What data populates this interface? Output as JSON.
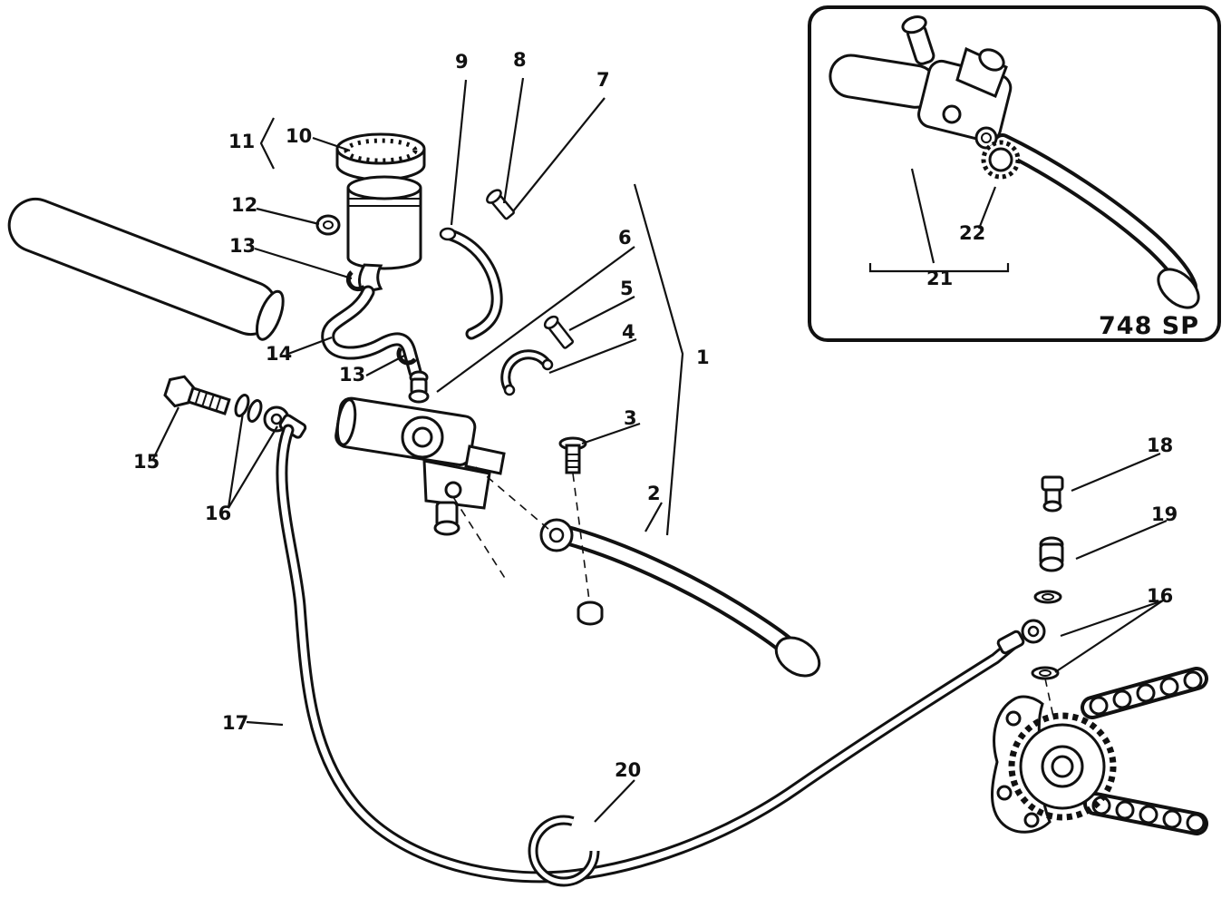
{
  "diagram": {
    "type": "exploded-parts-diagram",
    "subject": "clutch-master-cylinder",
    "inset_model_label": "748 SP",
    "line_color": "#111111",
    "background_color": "#ffffff"
  },
  "callouts": [
    {
      "label": "9"
    },
    {
      "label": "8"
    },
    {
      "label": "7"
    },
    {
      "label": "11"
    },
    {
      "label": "10"
    },
    {
      "label": "12"
    },
    {
      "label": "13"
    },
    {
      "label": "14"
    },
    {
      "label": "13"
    },
    {
      "label": "6"
    },
    {
      "label": "5"
    },
    {
      "label": "4"
    },
    {
      "label": "1"
    },
    {
      "label": "3"
    },
    {
      "label": "2"
    },
    {
      "label": "15"
    },
    {
      "label": "16"
    },
    {
      "label": "17"
    },
    {
      "label": "20"
    },
    {
      "label": "18"
    },
    {
      "label": "19"
    },
    {
      "label": "16"
    },
    {
      "label": "21"
    },
    {
      "label": "22"
    }
  ]
}
